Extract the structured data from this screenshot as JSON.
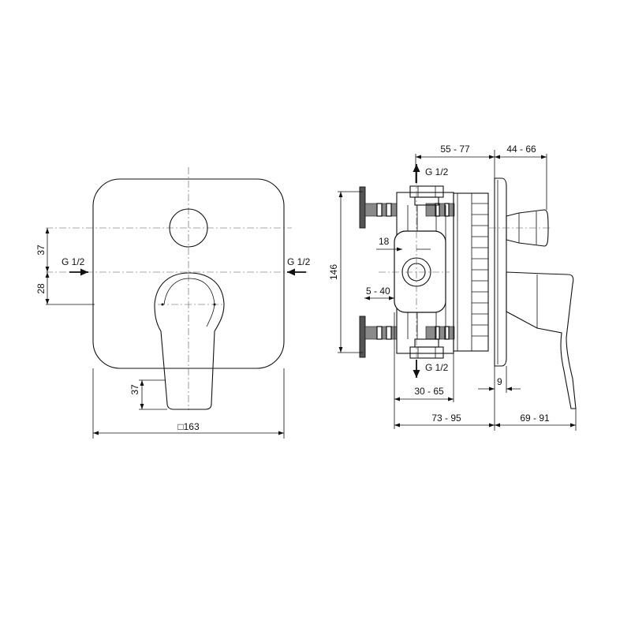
{
  "front_view": {
    "dim_upper_vertical": "37",
    "dim_lower_vertical": "28",
    "inlet_left": "G 1/2",
    "inlet_right": "G 1/2",
    "dim_handle": "37",
    "dim_width": "□163"
  },
  "side_view": {
    "outlet_top": "G 1/2",
    "outlet_bottom": "G 1/2",
    "dim_height": "146",
    "dim_18": "18",
    "dim_5_40": "5 - 40",
    "dim_55_77": "55 - 77",
    "dim_44_66": "44 - 66",
    "dim_9": "9",
    "dim_30_65": "30 - 65",
    "dim_73_95": "73 - 95",
    "dim_69_91": "69 - 91"
  }
}
